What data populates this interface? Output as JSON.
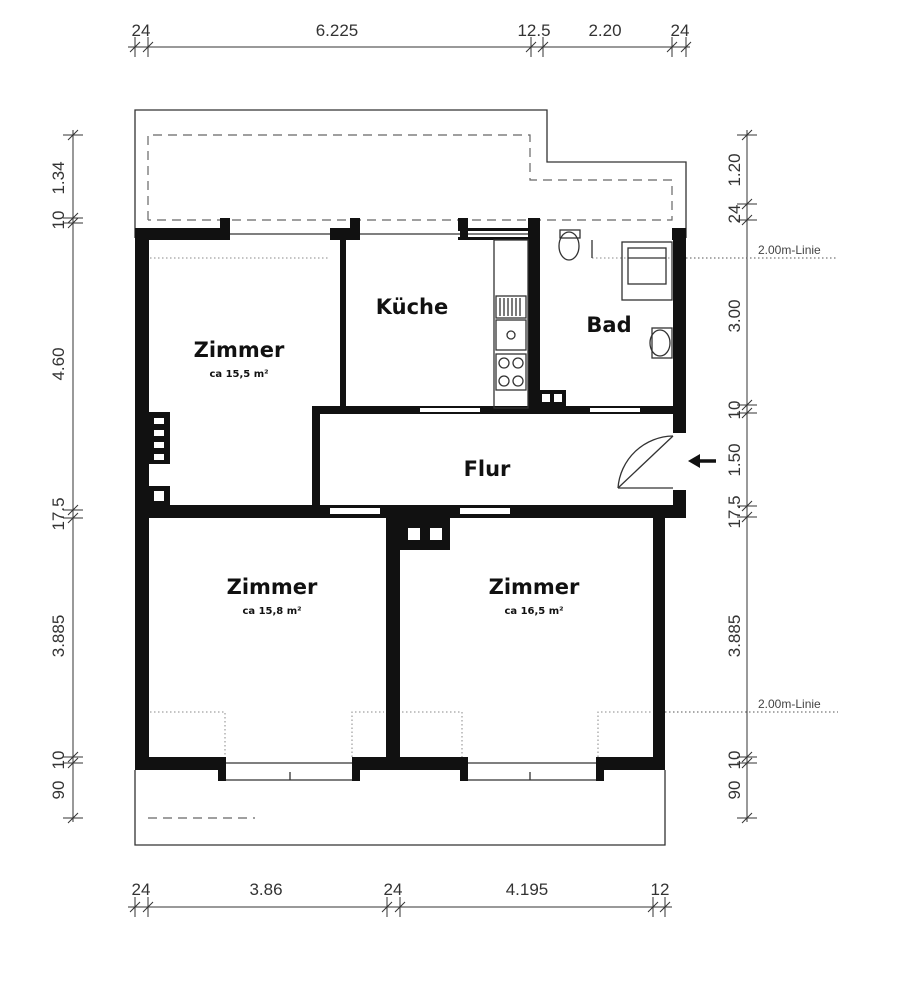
{
  "dimensions": {
    "top": [
      "24",
      "6.225",
      "12.5",
      "2.20",
      "24"
    ],
    "bottom": [
      "24",
      "3.86",
      "24",
      "4.195",
      "12"
    ],
    "left": [
      "1.34",
      "10",
      "4.60",
      "17.5",
      "3.885",
      "10",
      "90"
    ],
    "right": [
      "1.20",
      "24",
      "3.00",
      "10",
      "1.50",
      "17.5",
      "3.885",
      "10",
      "90"
    ]
  },
  "rooms": {
    "zimmer1": {
      "name": "Zimmer",
      "area": "ca 15,5 m²"
    },
    "kueche": {
      "name": "Küche"
    },
    "bad": {
      "name": "Bad"
    },
    "flur": {
      "name": "Flur"
    },
    "zimmer2": {
      "name": "Zimmer",
      "area": "ca 15,8 m²"
    },
    "zimmer3": {
      "name": "Zimmer",
      "area": "ca 16,5 m²"
    }
  },
  "reference_lines": {
    "upper": "2.00m-Linie",
    "lower": "2.00m-Linie"
  },
  "icons": {
    "entrance": "entrance-arrow-icon"
  }
}
